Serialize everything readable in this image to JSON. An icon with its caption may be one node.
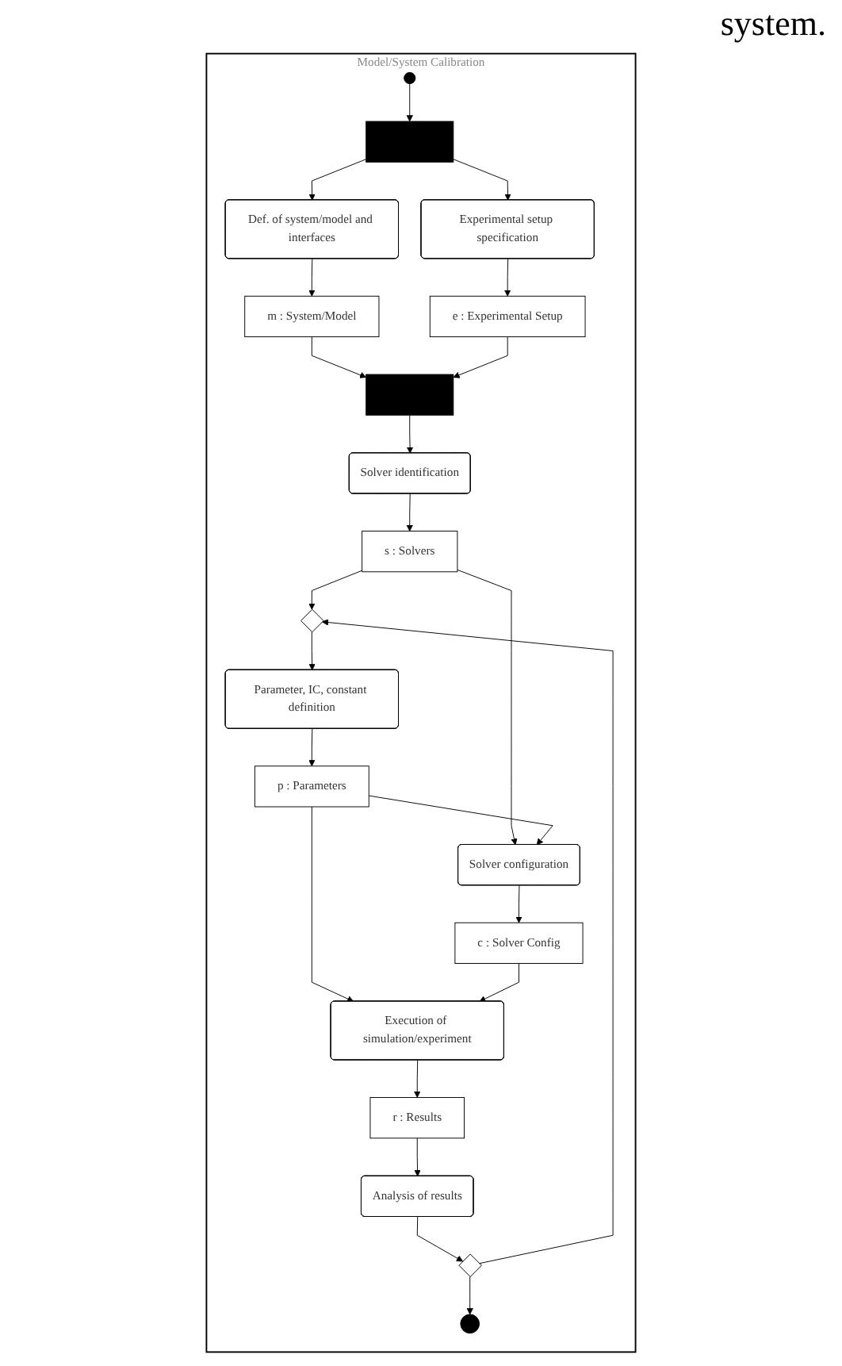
{
  "diagram": {
    "nodes": [
      {
        "text": [
          "Model/System Calibration"
        ]
      },
      {
        "text": [],
        "shape": "circle",
        "in": 0
      },
      {
        "text": [],
        "shape": "bar",
        "in": 0
      },
      {
        "text": [
          "Def. of system/model and interfaces"
        ],
        "in": 0
      },
      {
        "text": [
          "Experimental setup specification"
        ],
        "in": 0
      },
      {
        "text": [
          "m : System/Model"
        ],
        "in": 0
      },
      {
        "text": [
          "e : Experimental Setup"
        ],
        "in": 0
      },
      {
        "text": [],
        "shape": "bar",
        "in": 0
      },
      {
        "text": [
          "Solver identification"
        ],
        "in": 0
      },
      {
        "text": [
          "s : Solvers"
        ],
        "in": 0
      },
      {
        "text": [],
        "shape": "diamond",
        "in": 0
      },
      {
        "text": [
          "Parameter, IC, constant definition"
        ],
        "in": 0
      },
      {
        "text": [
          "p : Parameters"
        ],
        "in": 0
      },
      {
        "text": [
          "Solver configuration"
        ],
        "in": 0
      },
      {
        "text": [
          "c : Solver Config"
        ],
        "in": 0
      },
      {
        "text": [
          "Execution of simulation/experiment"
        ],
        "in": 0
      },
      {
        "text": [
          "r : Results"
        ],
        "in": 0
      },
      {
        "text": [
          "Analysis of results"
        ],
        "in": 0
      },
      {
        "text": [],
        "shape": "diamond",
        "in": 0
      },
      {
        "text": [],
        "shape": "bullseye",
        "in": 0
      }
    ],
    "edges": [
      {
        "from": 1,
        "to": 2,
        "arrow": "to"
      },
      {
        "from": 2,
        "to": 3,
        "arrow": "to"
      },
      {
        "from": 2,
        "to": 4,
        "arrow": "to"
      },
      {
        "from": 3,
        "to": 5,
        "arrow": "to"
      },
      {
        "from": 4,
        "to": 6,
        "arrow": "to"
      },
      {
        "from": 5,
        "to": 7,
        "arrow": "to"
      },
      {
        "from": 6,
        "to": 7,
        "arrow": "to"
      },
      {
        "from": 7,
        "to": 8,
        "arrow": "to"
      },
      {
        "from": 8,
        "to": 9,
        "arrow": "to"
      },
      {
        "from": 9,
        "to": 10,
        "arrow": "to"
      },
      {
        "from": 9,
        "to": 13,
        "arrow": "to"
      },
      {
        "from": 10,
        "to": 11,
        "arrow": "to"
      },
      {
        "from": 11,
        "to": 12,
        "arrow": "to"
      },
      {
        "from": 12,
        "to": 13,
        "arrow": "to"
      },
      {
        "from": 12,
        "to": 15,
        "arrow": "to"
      },
      {
        "from": 13,
        "to": 14,
        "arrow": "to"
      },
      {
        "from": 14,
        "to": 15,
        "arrow": "to"
      },
      {
        "from": 15,
        "to": 16,
        "arrow": "to"
      },
      {
        "from": 16,
        "to": 17,
        "arrow": "to"
      },
      {
        "from": 17,
        "to": 18,
        "arrow": "to"
      },
      {
        "from": 18,
        "to": 10,
        "arrow": "to"
      },
      {
        "from": 18,
        "to": 19,
        "arrow": "to"
      }
    ],
    "labels": [
      "system."
    ]
  }
}
